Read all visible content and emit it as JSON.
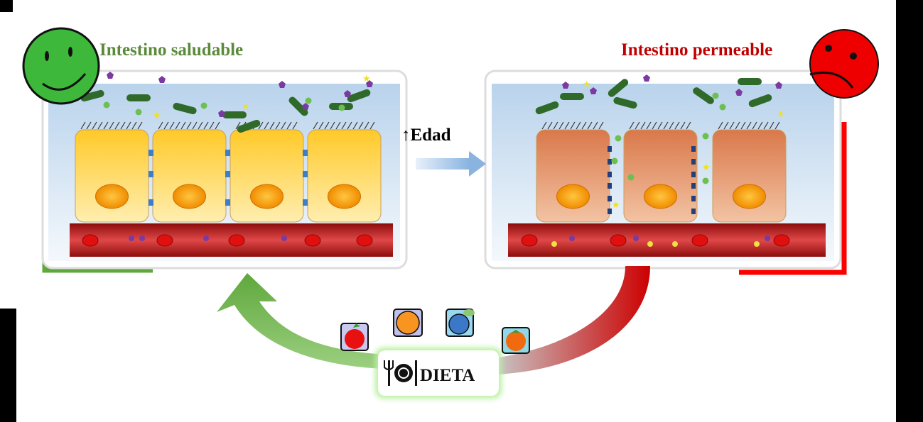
{
  "left_panel": {
    "title": "Intestino saludable",
    "face": "happy-face-icon",
    "color": "#5a8a3a"
  },
  "right_panel": {
    "title": "Intestino permeable",
    "face": "sad-face-icon",
    "color": "#c00000"
  },
  "transition": {
    "arrow": "↑",
    "label": "Edad"
  },
  "diet": {
    "label": "DIETA",
    "icon": "plate-cutlery-icon",
    "foods": [
      "apple-icon",
      "orange-icon",
      "blueberry-icon",
      "tomato-icon"
    ]
  },
  "colors": {
    "healthy": "#5fa83c",
    "leaky": "#e00000",
    "cell_healthy": "#ffd54a",
    "cell_leaky": "#e08a55",
    "blood": "#b01010"
  }
}
